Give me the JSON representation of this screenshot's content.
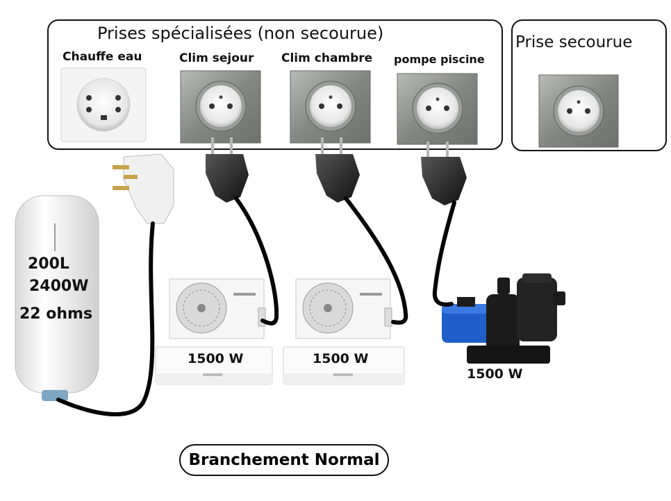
{
  "group_special": {
    "title": "Prises  spécialisées  (non secourue)",
    "outlets": [
      {
        "label": "Chauffe eau"
      },
      {
        "label": "Clim sejour"
      },
      {
        "label": "Clim chambre"
      },
      {
        "label": "pompe piscine"
      }
    ]
  },
  "group_backup": {
    "title": "Prise secourue"
  },
  "water_heater": {
    "capacity": "200L",
    "power": "2400W",
    "resistance": "22 ohms"
  },
  "ac_units": [
    {
      "power": "1500 W"
    },
    {
      "power": "1500 W"
    }
  ],
  "pool_pump": {
    "power": "1500 W"
  },
  "footer": {
    "label": "Branchement Normal"
  },
  "colors": {
    "frame": "#111111",
    "socket_metal": "#8a8d88",
    "socket_white": "#f2f2f2",
    "pump_blue": "#1f5fc8",
    "cable": "#050505"
  }
}
